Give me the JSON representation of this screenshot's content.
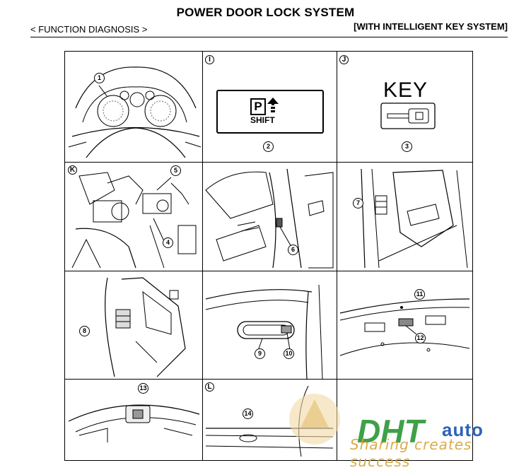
{
  "header": {
    "title": "POWER DOOR LOCK SYSTEM",
    "section": "< FUNCTION DIAGNOSIS >",
    "variant": "[WITH INTELLIGENT KEY SYSTEM]"
  },
  "panels": {
    "i": {
      "label": "I"
    },
    "j": {
      "label": "J"
    },
    "k": {
      "label": "K"
    },
    "l": {
      "label": "L"
    }
  },
  "callouts": [
    "1",
    "2",
    "3",
    "4",
    "5",
    "6",
    "7",
    "8",
    "9",
    "10",
    "11",
    "12",
    "13",
    "14"
  ],
  "display": {
    "p_letter": "P",
    "shift_text": "SHIFT",
    "key_text": "KEY"
  },
  "watermark": {
    "brand": "DHT",
    "suffix": "auto",
    "tagline": "Sharing creates success",
    "color_gold": "#d7a436",
    "color_green": "#3fa04a",
    "color_blue": "#2b63b9"
  }
}
